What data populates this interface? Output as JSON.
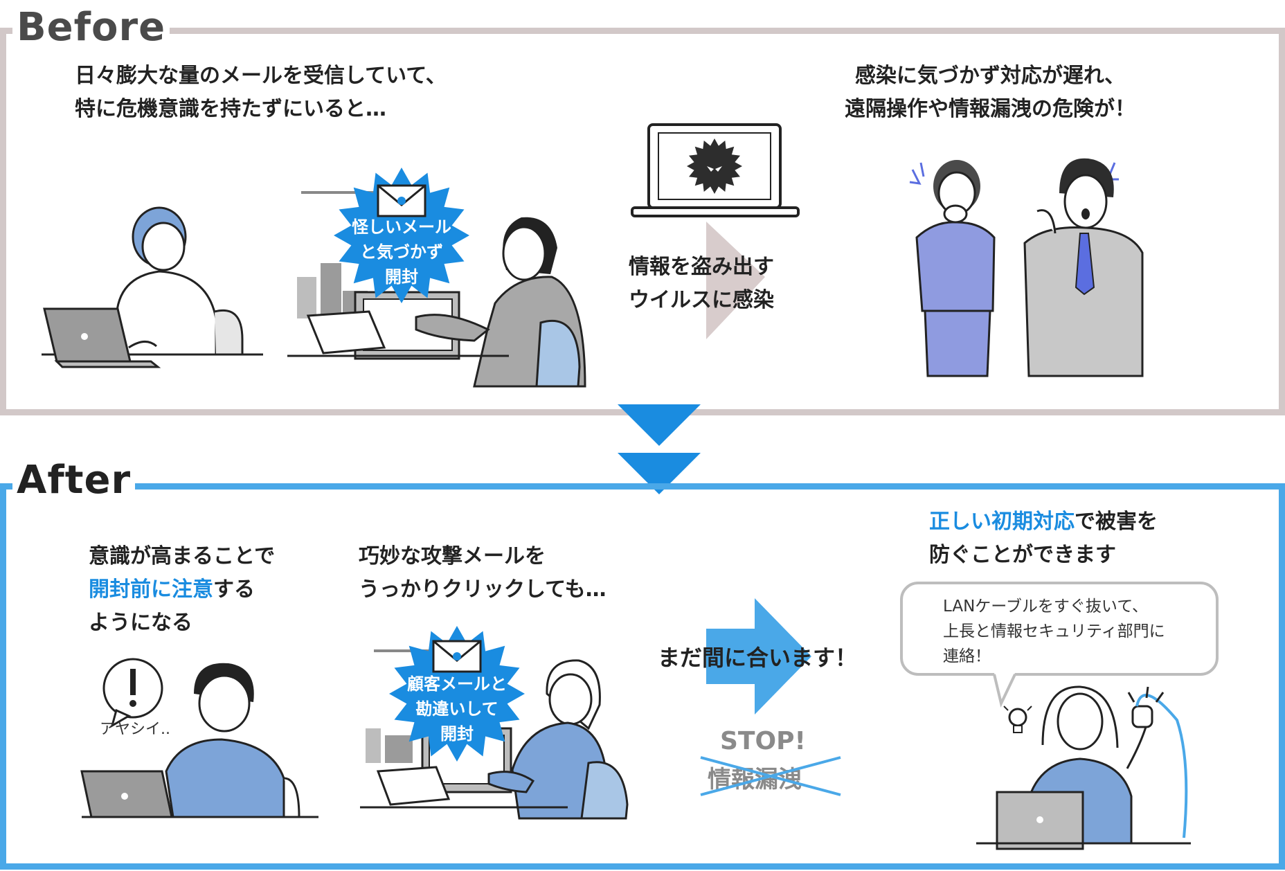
{
  "before": {
    "label": "Before",
    "caption1": [
      "日々膨大な量のメールを受信していて、",
      "特に危機意識を持たずにいると…"
    ],
    "burst": [
      "怪しいメール",
      "と気づかず",
      "開封"
    ],
    "arrow_text": [
      "情報を盗み出す",
      "ウイルスに感染"
    ],
    "caption2": [
      "感染に気づかず対応が遅れ、",
      "遠隔操作や情報漏洩の危険が！"
    ]
  },
  "after": {
    "label": "After",
    "caption1": {
      "line1": "意識が高まることで",
      "line2_accent": "開封前に注意",
      "line2_rest": "する",
      "line3": "ようになる"
    },
    "thought": "アヤシイ..",
    "caption2": [
      "巧妙な攻撃メールを",
      "うっかりクリックしても…"
    ],
    "burst": [
      "顧客メールと",
      "勘違いして",
      "開封"
    ],
    "arrow_text": "まだ間に合います！",
    "stop": [
      "STOP!",
      "情報漏洩"
    ],
    "caption3": {
      "line1_accent": "正しい初期対応",
      "line1_rest": "で被害を",
      "line2": "防ぐことができます"
    },
    "bubble": [
      "LANケーブルをすぐ抜いて、",
      "上長と情報セキュリティ部門に",
      "連絡！"
    ]
  },
  "colors": {
    "before_border": "#d2c8c8",
    "after_border": "#4aa8e8",
    "accent": "#1a8ce0",
    "burst": "#1a8ce0",
    "shirt_blue": "#7da4d8",
    "woman_suit": "#8f9be0",
    "gray_arrow": "#d8cccc"
  },
  "icons": [
    "laptop-icon",
    "envelope-icon",
    "skull-icon",
    "virus-icon",
    "warning-icon",
    "lightbulb-icon",
    "fist-icon"
  ]
}
